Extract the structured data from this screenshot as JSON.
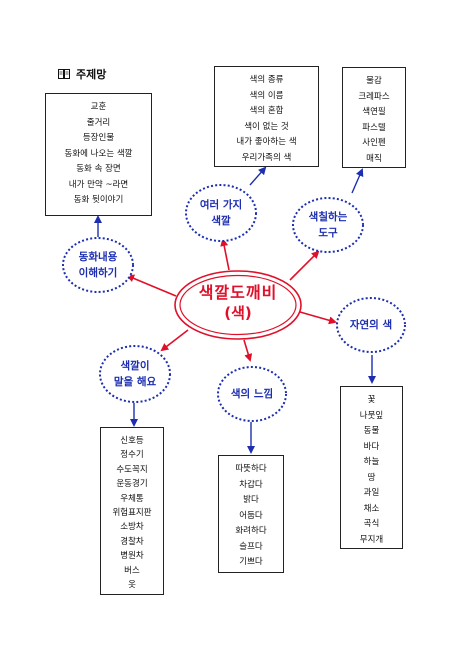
{
  "header": {
    "icon": "book-icon",
    "title": "주제망"
  },
  "center": {
    "line1": "색깔도깨비",
    "line2": "(색)"
  },
  "nodes": {
    "understand": {
      "line1": "동화내용",
      "line2": "이해하기"
    },
    "various": {
      "line1": "여러 가지",
      "line2": "색깔"
    },
    "tools": {
      "line1": "색칠하는",
      "line2": "도구"
    },
    "nature": {
      "line1": "자연의 색"
    },
    "feeling": {
      "line1": "색의 느낌"
    },
    "speak": {
      "line1": "색깔이",
      "line2": "말을 해요"
    }
  },
  "boxes": {
    "understand": [
      "교훈",
      "줄거리",
      "등장인물",
      "동화에 나오는 색깔",
      "동화 속 장면",
      "내가 만약 ~라면",
      "동화 뒷이야기"
    ],
    "various": [
      "색의 종류",
      "색의 이름",
      "색의 혼합",
      "색이 없는 것",
      "내가 좋아하는 색",
      "우리가족의 색"
    ],
    "tools": [
      "물감",
      "크레파스",
      "색연필",
      "파스텔",
      "사인펜",
      "매직"
    ],
    "nature": [
      "꽃",
      "나뭇잎",
      "동물",
      "바다",
      "하늘",
      "땅",
      "과일",
      "채소",
      "곡식",
      "무지개"
    ],
    "feeling": [
      "따뜻하다",
      "차갑다",
      "밝다",
      "어둡다",
      "화려하다",
      "슬프다",
      "기쁘다"
    ],
    "speak": [
      "신호등",
      "정수기",
      "수도꼭지",
      "운동경기",
      "우체통",
      "위험표지판",
      "소방차",
      "경찰차",
      "병원차",
      "버스",
      "옷"
    ]
  },
  "colors": {
    "node": "#1d2fb0",
    "center": "#e0102a",
    "arrow_red": "#e0102a",
    "arrow_blue": "#1d2fb0"
  }
}
